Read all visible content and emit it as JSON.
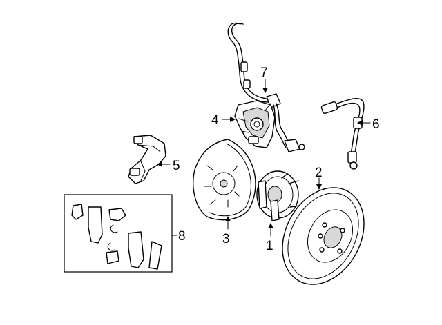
{
  "callouts": [
    {
      "id": "hub",
      "number": "1"
    },
    {
      "id": "rotor",
      "number": "2"
    },
    {
      "id": "splash-shield",
      "number": "3"
    },
    {
      "id": "caliper",
      "number": "4"
    },
    {
      "id": "caliper-bracket",
      "number": "5"
    },
    {
      "id": "brake-hose",
      "number": "6"
    },
    {
      "id": "abs-sensor",
      "number": "7"
    },
    {
      "id": "pad-kit",
      "number": "8"
    }
  ]
}
